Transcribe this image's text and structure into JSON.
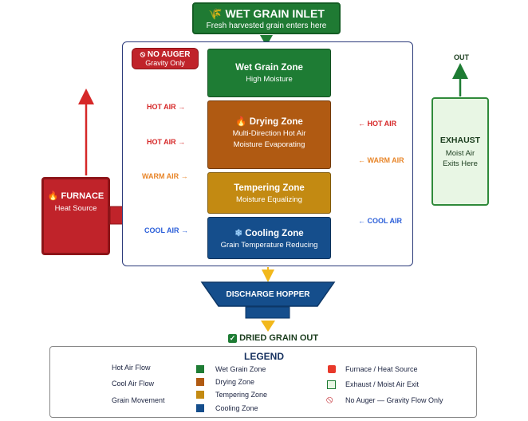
{
  "inlet": {
    "title": "WET GRAIN INLET",
    "subtitle": "Fresh harvested grain enters here",
    "icon": "wheat-icon"
  },
  "no_auger": {
    "title": "NO AUGER",
    "subtitle": "Gravity Only",
    "icon": "prohibited-icon"
  },
  "zones": [
    {
      "title": "Wet Grain Zone",
      "subtitle": "High Moisture",
      "color": "#1e7c34"
    },
    {
      "title": "Drying Zone",
      "subtitle": "Multi-Direction Hot Air",
      "subtitle2": "Moisture Evaporating",
      "color": "#b05a12",
      "icon": "flame-icon"
    },
    {
      "title": "Tempering Zone",
      "subtitle": "Moisture Equalizing",
      "color": "#c38a12"
    },
    {
      "title": "Cooling Zone",
      "subtitle": "Grain Temperature Reducing",
      "color": "#154e8c",
      "icon": "snowflake-icon"
    }
  ],
  "left_air": [
    "HOT AIR →",
    "HOT AIR →",
    "WARM AIR →",
    "COOL AIR →"
  ],
  "right_air": [
    "← HOT AIR",
    "← WARM AIR",
    "← COOL AIR"
  ],
  "furnace": {
    "title": "FURNACE",
    "subtitle": "Heat Source",
    "icon": "flame-icon"
  },
  "exhaust": {
    "title": "EXHAUST",
    "line1": "Moist Air",
    "line2": "Exits Here",
    "out": "OUT"
  },
  "hopper": {
    "label": "DISCHARGE HOPPER"
  },
  "grain_out": {
    "label": "DRIED GRAIN OUT",
    "icon": "checkbox-icon"
  },
  "legend": {
    "title": "LEGEND",
    "col1": [
      "Hot Air Flow",
      "Cool Air Flow",
      "Grain Movement"
    ],
    "col2": [
      "Wet Grain Zone",
      "Drying Zone",
      "Tempering Zone",
      "Cooling Zone"
    ],
    "col3": [
      "Furnace / Heat Source",
      "Exhaust / Moist Air Exit",
      "No Auger — Gravity Flow Only"
    ]
  },
  "colors": {
    "hot": "#d62828",
    "cool": "#2b5fd9",
    "warm": "#e8862a",
    "grain": "#f2b81c",
    "green": "#1e7c34"
  }
}
